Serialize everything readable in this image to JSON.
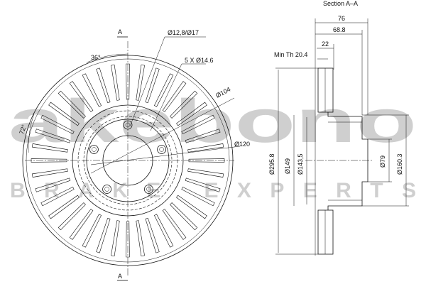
{
  "section_label": "A",
  "section_title": "Section A–A",
  "front_view": {
    "hole_dia": "Ø12,8/Ø17",
    "bolt_holes": "5 X Ø14.6",
    "pcd": "Ø104",
    "hub_dia": "Ø120",
    "angle_top": "36°",
    "angle_left": "72°"
  },
  "section_view": {
    "overall_height": "76",
    "flange_height": "68.8",
    "thickness": "22",
    "min_thickness": "Min Th 20.4",
    "disc_dia": "Ø295.8",
    "inner_dia": "Ø149",
    "hat_dia": "Ø143,5",
    "center_bore": "Ø79",
    "hat_outer": "Ø160.3"
  },
  "watermark": {
    "brand": "akebono",
    "tagline": "BRAKE EXPERTS"
  },
  "colors": {
    "line": "#111111",
    "watermark": "#a8a8a8"
  }
}
